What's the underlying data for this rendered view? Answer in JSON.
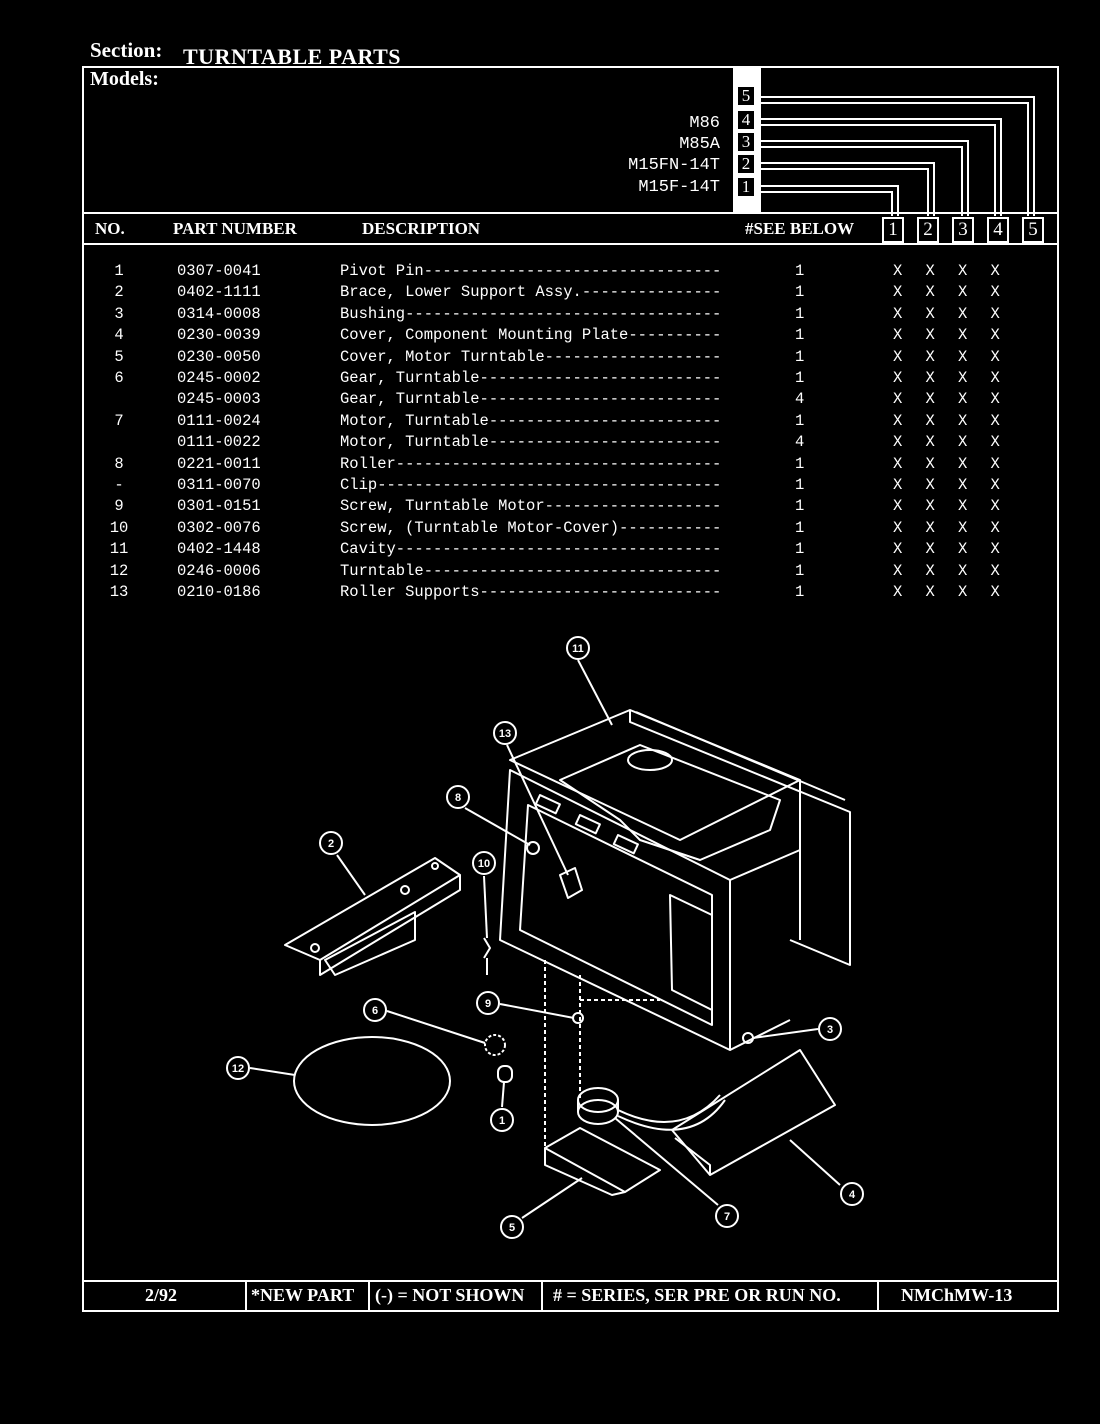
{
  "section": {
    "label": "Section:",
    "title": "TURNTABLE PARTS"
  },
  "models": {
    "label": "Models:",
    "list": [
      {
        "num": "5",
        "name": ""
      },
      {
        "num": "4",
        "name": "M86"
      },
      {
        "num": "3",
        "name": "M85A"
      },
      {
        "num": "2",
        "name": "M15FN-14T"
      },
      {
        "num": "1",
        "name": "M15F-14T"
      }
    ]
  },
  "header": {
    "no": "NO.",
    "part_number": "PART NUMBER",
    "description": "DESCRIPTION",
    "see_below": "#SEE BELOW",
    "columns": [
      "1",
      "2",
      "3",
      "4",
      "5"
    ]
  },
  "parts": [
    {
      "no": "1",
      "part": "0307-0041",
      "desc": "Pivot Pin--------------------------------",
      "qty": "1",
      "marks": [
        "X",
        "X",
        "X",
        "X"
      ]
    },
    {
      "no": "2",
      "part": "0402-1111",
      "desc": "Brace, Lower Support Assy.---------------",
      "qty": "1",
      "marks": [
        "X",
        "X",
        "X",
        "X"
      ]
    },
    {
      "no": "3",
      "part": "0314-0008",
      "desc": "Bushing----------------------------------",
      "qty": "1",
      "marks": [
        "X",
        "X",
        "X",
        "X"
      ]
    },
    {
      "no": "4",
      "part": "0230-0039",
      "desc": "Cover, Component Mounting Plate----------",
      "qty": "1",
      "marks": [
        "X",
        "X",
        "X",
        "X"
      ]
    },
    {
      "no": "5",
      "part": "0230-0050",
      "desc": "Cover, Motor Turntable-------------------",
      "qty": "1",
      "marks": [
        "X",
        "X",
        "X",
        "X"
      ]
    },
    {
      "no": "6",
      "part": "0245-0002",
      "desc": "Gear, Turntable--------------------------",
      "qty": "1",
      "marks": [
        "X",
        "X",
        "X",
        "X"
      ]
    },
    {
      "no": "",
      "part": "0245-0003",
      "desc": "Gear, Turntable--------------------------",
      "qty": "4",
      "marks": [
        "X",
        "X",
        "X",
        "X"
      ]
    },
    {
      "no": "7",
      "part": "0111-0024",
      "desc": "Motor, Turntable-------------------------",
      "qty": "1",
      "marks": [
        "X",
        "X",
        "X",
        "X"
      ]
    },
    {
      "no": "",
      "part": "0111-0022",
      "desc": "Motor, Turntable-------------------------",
      "qty": "4",
      "marks": [
        "X",
        "X",
        "X",
        "X"
      ]
    },
    {
      "no": "8",
      "part": "0221-0011",
      "desc": "Roller-----------------------------------",
      "qty": "1",
      "marks": [
        "X",
        "X",
        "X",
        "X"
      ]
    },
    {
      "no": "-",
      "part": "0311-0070",
      "desc": "Clip-------------------------------------",
      "qty": "1",
      "marks": [
        "X",
        "X",
        "X",
        "X"
      ]
    },
    {
      "no": "9",
      "part": "0301-0151",
      "desc": "Screw, Turntable Motor-------------------",
      "qty": "1",
      "marks": [
        "X",
        "X",
        "X",
        "X"
      ]
    },
    {
      "no": "10",
      "part": "0302-0076",
      "desc": "Screw, (Turntable Motor-Cover)-----------",
      "qty": "1",
      "marks": [
        "X",
        "X",
        "X",
        "X"
      ]
    },
    {
      "no": "11",
      "part": "0402-1448",
      "desc": "Cavity-----------------------------------",
      "qty": "1",
      "marks": [
        "X",
        "X",
        "X",
        "X"
      ]
    },
    {
      "no": "12",
      "part": "0246-0006",
      "desc": "Turntable--------------------------------",
      "qty": "1",
      "marks": [
        "X",
        "X",
        "X",
        "X"
      ]
    },
    {
      "no": "13",
      "part": "0210-0186",
      "desc": "Roller Supports--------------------------",
      "qty": "1",
      "marks": [
        "X",
        "X",
        "X",
        "X"
      ]
    }
  ],
  "callouts": [
    "11",
    "13",
    "8",
    "10",
    "2",
    "9",
    "6",
    "3",
    "12",
    "1",
    "4",
    "5",
    "7"
  ],
  "footer": {
    "date": "2/92",
    "new_part": "*NEW PART",
    "not_shown": "(-) = NOT SHOWN",
    "series": "# = SERIES, SER PRE OR RUN NO.",
    "code": "NMChMW-13"
  }
}
